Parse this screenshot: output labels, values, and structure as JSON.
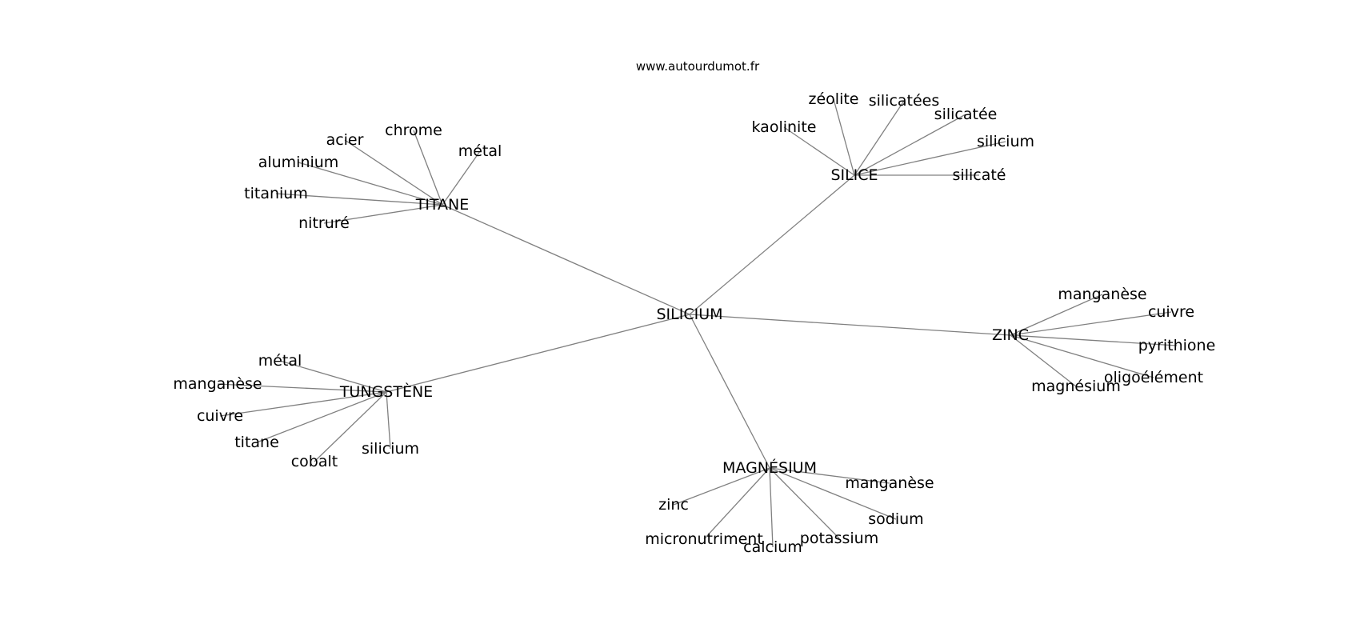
{
  "source": "www.autourdumot.fr",
  "colors": {
    "edge": "#808080",
    "text": "#000000",
    "background": "#ffffff"
  },
  "graph": {
    "center": "SILICIUM",
    "clusters": [
      {
        "hub": "TITANE",
        "words": [
          "chrome",
          "métal",
          "acier",
          "aluminium",
          "titanium",
          "nitruré"
        ]
      },
      {
        "hub": "SILICE",
        "words": [
          "zéolite",
          "silicatées",
          "silicatée",
          "kaolinite",
          "silicium",
          "silicaté"
        ]
      },
      {
        "hub": "ZINC",
        "words": [
          "manganèse",
          "cuivre",
          "pyrithione",
          "oligoélément",
          "magnésium"
        ]
      },
      {
        "hub": "TUNGSTÈNE",
        "words": [
          "métal",
          "manganèse",
          "cuivre",
          "titane",
          "cobalt",
          "silicium"
        ]
      },
      {
        "hub": "MAGNÉSIUM",
        "words": [
          "manganèse",
          "zinc",
          "sodium",
          "micronutriment",
          "potassium",
          "calcium"
        ]
      }
    ]
  }
}
